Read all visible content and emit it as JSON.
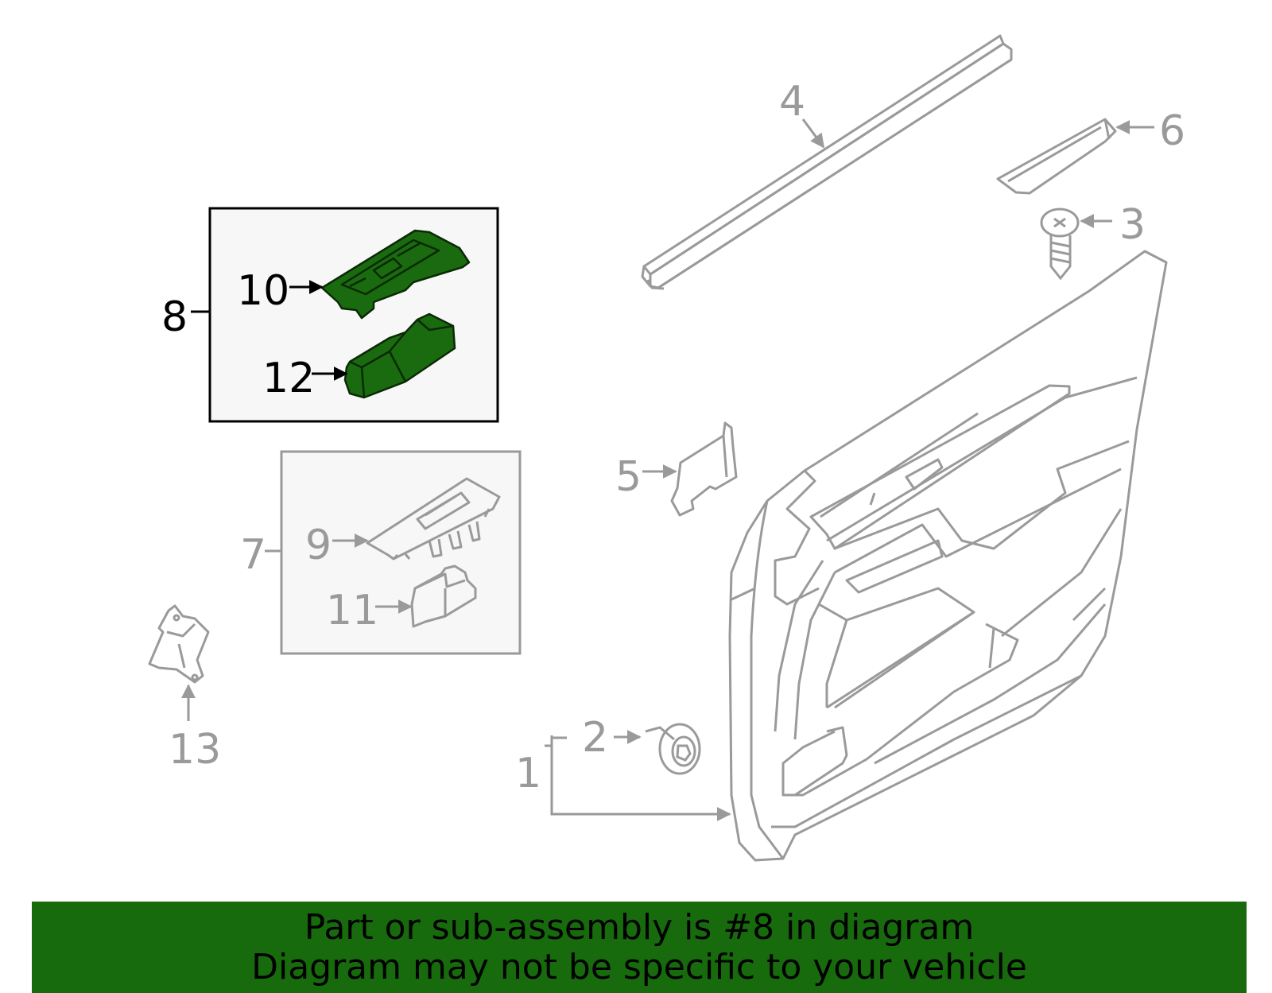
{
  "callouts": {
    "c1": "1",
    "c2": "2",
    "c3": "3",
    "c4": "4",
    "c5": "5",
    "c6": "6",
    "c7": "7",
    "c8": "8",
    "c9": "9",
    "c10": "10",
    "c11": "11",
    "c12": "12",
    "c13": "13"
  },
  "banner": {
    "line1": "Part or sub-assembly is #8 in diagram",
    "line2": "Diagram may not be specific to your vehicle"
  },
  "colors": {
    "line_gray": "#9a9a9a",
    "highlight_fill": "#1a6b10",
    "highlight_stroke": "#0a2a05",
    "banner_bg": "#176b0d",
    "box_bg": "#f7f7f7",
    "text_black": "#000000"
  }
}
